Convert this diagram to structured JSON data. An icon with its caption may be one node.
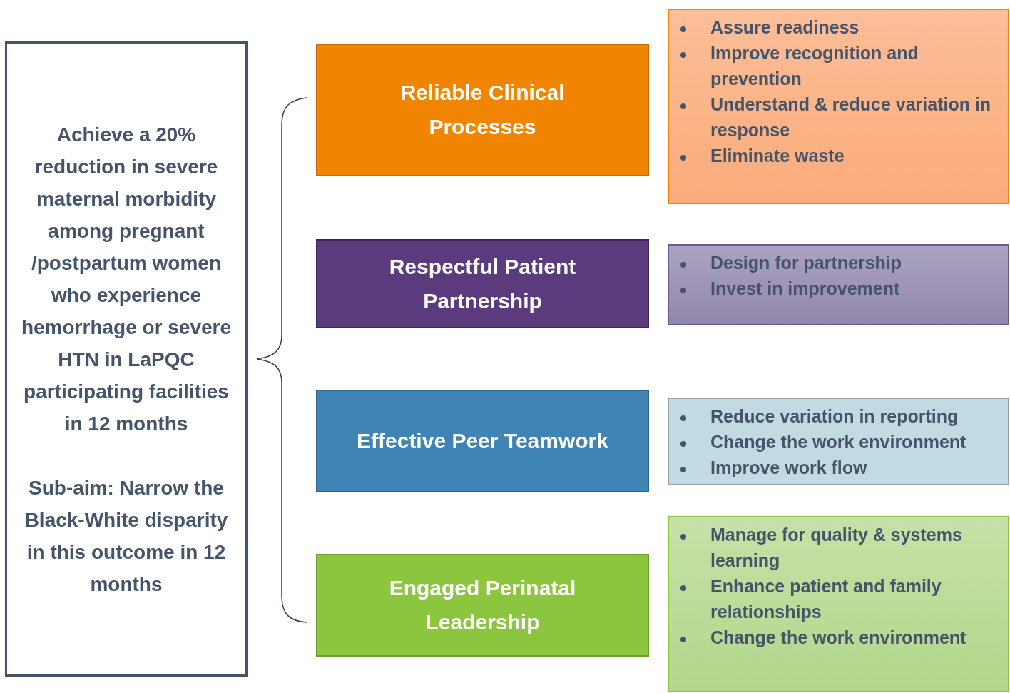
{
  "diagram": {
    "nodes": [
      {
        "text": [
          "Achieve a 20% reduction in severe maternal morbidity among pregnant /postpartum women who experience hemorrhage or severe HTN in LaPQC participating facilities in 12 months",
          "Sub-aim: Narrow the Black-White disparity in this outcome in 12 months"
        ]
      },
      {
        "text": [
          "Reliable Clinical Processes"
        ]
      },
      {
        "text": [
          "Respectful Patient Partnership"
        ]
      },
      {
        "text": [
          "Effective Peer Teamwork"
        ]
      },
      {
        "text": [
          "Engaged Perinatal Leadership"
        ]
      },
      {
        "text": [
          "Assure readiness",
          "Improve recognition and prevention",
          "Understand & reduce variation in response",
          "Eliminate waste"
        ]
      },
      {
        "text": [
          "Design for partnership",
          "Invest in improvement"
        ]
      },
      {
        "text": [
          "Reduce variation in reporting",
          "Change the work environment",
          "Improve work flow"
        ]
      },
      {
        "text": [
          "Manage for quality & systems learning",
          "Enhance patient and family relationships",
          "Change the work environment"
        ]
      }
    ],
    "edges": []
  }
}
